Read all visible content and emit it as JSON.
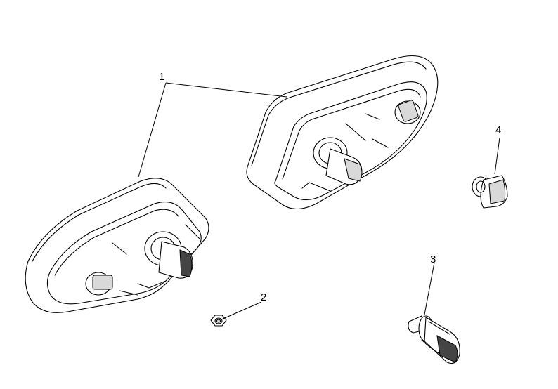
{
  "diagram": {
    "callouts": [
      {
        "id": "1",
        "label": "1"
      },
      {
        "id": "2",
        "label": "2"
      },
      {
        "id": "3",
        "label": "3"
      },
      {
        "id": "4",
        "label": "4"
      }
    ],
    "colors": {
      "line": "#000000",
      "shade": "#d9d9d9",
      "background": "#ffffff"
    }
  }
}
